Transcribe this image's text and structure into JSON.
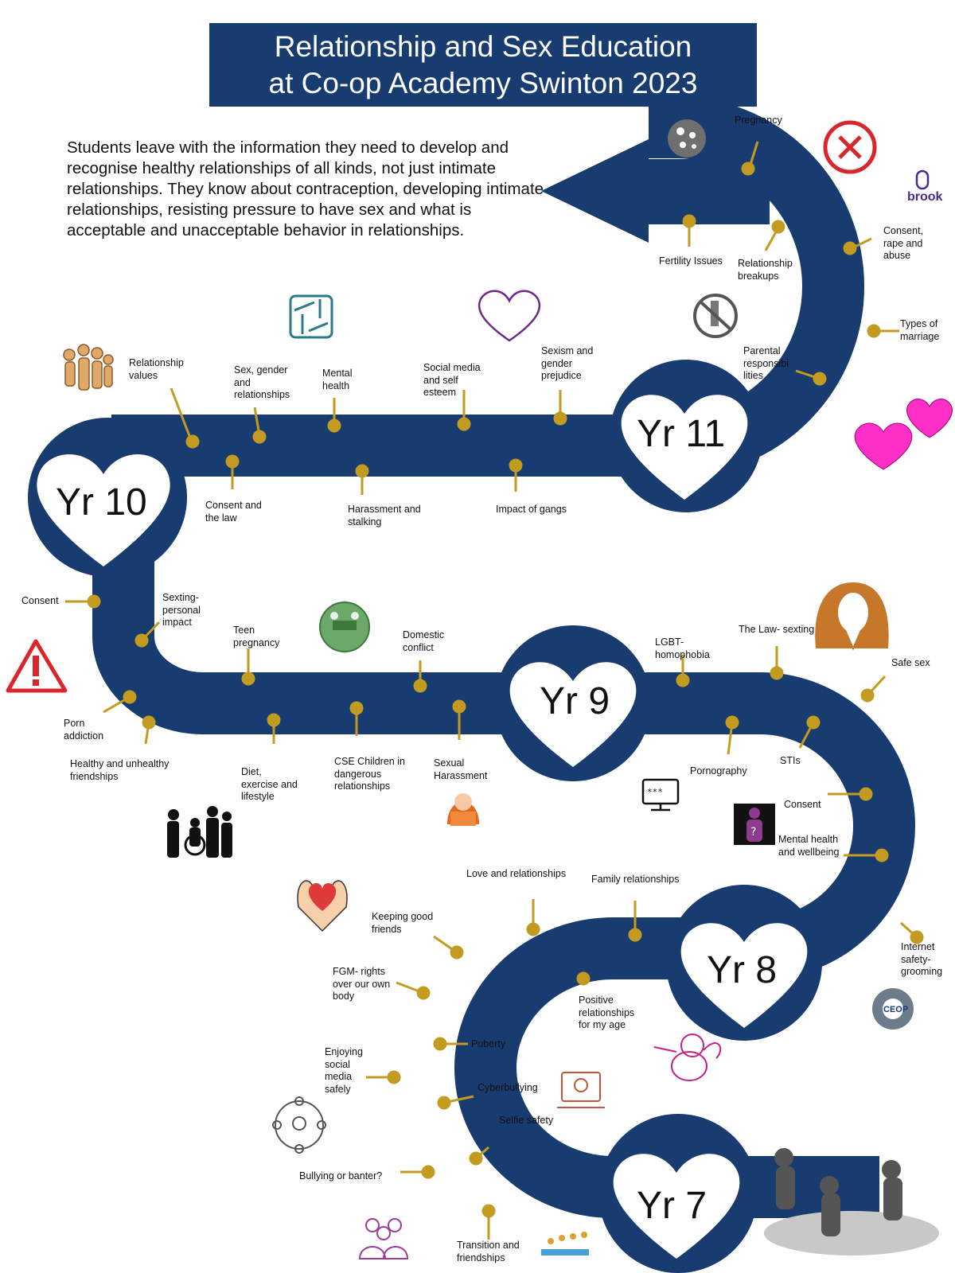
{
  "title": {
    "line1": "Relationship and Sex Education",
    "line2": "at Co-op Academy Swinton 2023"
  },
  "intro": "Students leave with the information they need to develop and recognise healthy relationships of all kinds, not just intimate relationships. They know about contraception, developing intimate relationships, resisting pressure to have sex and what is acceptable and unacceptable behavior in relationships.",
  "years": {
    "yr7": "Yr 7",
    "yr8": "Yr 8",
    "yr9": "Yr 9",
    "yr10": "Yr 10",
    "yr11": "Yr 11"
  },
  "topics": {
    "yr11": {
      "pregnancy": "Pregnancy",
      "fertility": "Fertility Issues",
      "breakups": "Relationship\nbreakups",
      "consent_rape": "Consent,\nrape and\nabuse",
      "marriage": "Types of\nmarriage",
      "parental": "Parental\nresponsibi\nlities",
      "sexism": "Sexism and\ngender\nprejudice",
      "social_media": "Social media\nand self\nesteem"
    },
    "yr10": {
      "relationship_values": "Relationship\nvalues",
      "sex_gender": "Sex, gender\nand\nrelationships",
      "mental_health": "Mental\nhealth",
      "consent_law": "Consent and\nthe law",
      "harassment": "Harassment and\nstalking",
      "gangs": "Impact of gangs"
    },
    "yr9": {
      "consent": "Consent",
      "sexting": "Sexting-\npersonal\nimpact",
      "teen_pregnancy": "Teen\npregnancy",
      "domestic": "Domestic\nconflict",
      "lgbt": "LGBT-\nhomophobia",
      "law_sexting": "The Law- sexting",
      "safe_sex": "Safe sex",
      "porn_addiction": "Porn\naddiction",
      "friendships": "Healthy and unhealthy\n    friendships",
      "diet": "Diet,\nexercise and\nlifestyle",
      "cse": "CSE Children in\ndangerous\nrelationships",
      "sexual_harassment": "Sexual\nHarassment",
      "pornography": "Pornography",
      "stis": "STIs"
    },
    "yr8": {
      "consent": "Consent",
      "mental_health": "Mental health\nand wellbeing",
      "love": "Love and relationships",
      "family": "Family relationships",
      "internet": "Internet\nsafety-\ngrooming",
      "positive": "Positive\nrelationships\nfor my age"
    },
    "yr7": {
      "keeping_friends": "Keeping good\nfriends",
      "fgm": "FGM- rights\nover our own\nbody",
      "puberty": "Puberty",
      "social_media": "Enjoying\nsocial\nmedia\nsafely",
      "cyberbullying": "Cyberbullying",
      "selfie": "Selfie safety",
      "bullying": "Bullying or banter?",
      "transition": "Transition and\nfriendships"
    }
  },
  "logos": {
    "brook": "brook",
    "ceop": "CEOP"
  },
  "colors": {
    "road": "#183b70",
    "pin": "#c49b21",
    "pink": "#ff2fc8",
    "red": "#d8262c",
    "text": "#111111"
  }
}
